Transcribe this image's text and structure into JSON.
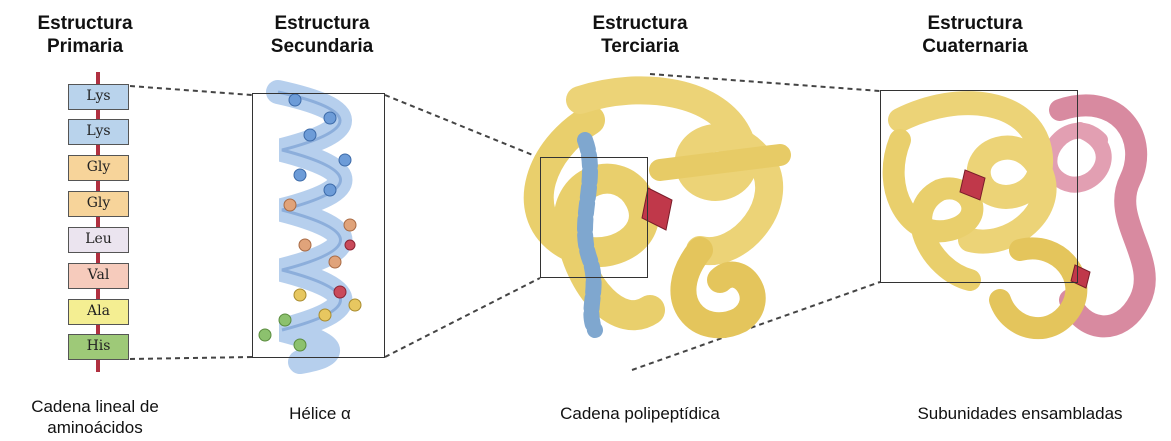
{
  "titles": {
    "primary": [
      "Estructura",
      "Primaria"
    ],
    "secondary": [
      "Estructura",
      "Secundaria"
    ],
    "tertiary": [
      "Estructura",
      "Terciaria"
    ],
    "quaternary": [
      "Estructura",
      "Cuaternaria"
    ]
  },
  "amino_acids": [
    {
      "label": "Lys",
      "color": "#b9d3ec"
    },
    {
      "label": "Lys",
      "color": "#b9d3ec"
    },
    {
      "label": "Gly",
      "color": "#f7d49a"
    },
    {
      "label": "Gly",
      "color": "#f7d49a"
    },
    {
      "label": "Leu",
      "color": "#ebe4ef"
    },
    {
      "label": "Val",
      "color": "#f6cbbc"
    },
    {
      "label": "Ala",
      "color": "#f4ee92"
    },
    {
      "label": "His",
      "color": "#9ec978"
    }
  ],
  "captions": {
    "primary": [
      "Cadena lineal de",
      "aminoácidos"
    ],
    "secondary": "Hélice α",
    "tertiary": "Cadena polipeptídica",
    "quaternary": "Subunidades ensambladas"
  }
}
